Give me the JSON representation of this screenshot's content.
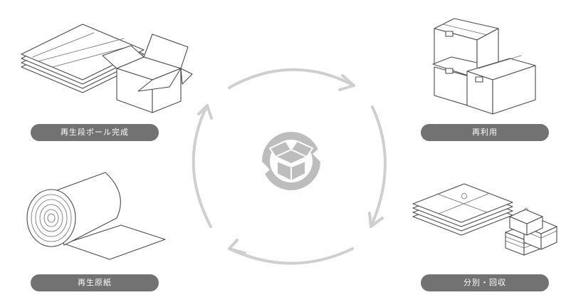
{
  "stages": {
    "recycled_box": {
      "label": "再生段ボール完成"
    },
    "reuse": {
      "label": "再利用"
    },
    "recycled_paper": {
      "label": "再生原紙"
    },
    "sort_collect": {
      "label": "分別・回収"
    }
  },
  "icons": {
    "center": "recycle-box-icon",
    "top_left": "flat-cardboard-and-box-icon",
    "top_right": "stacked-boxes-icon",
    "bottom_left": "paper-roll-icon",
    "bottom_right": "bundled-cardboard-icon"
  },
  "colors": {
    "label_bg": "#727272",
    "arrow": "#cfcfcf",
    "logo": "#bdbdbd",
    "line": "#4a4a4a"
  }
}
